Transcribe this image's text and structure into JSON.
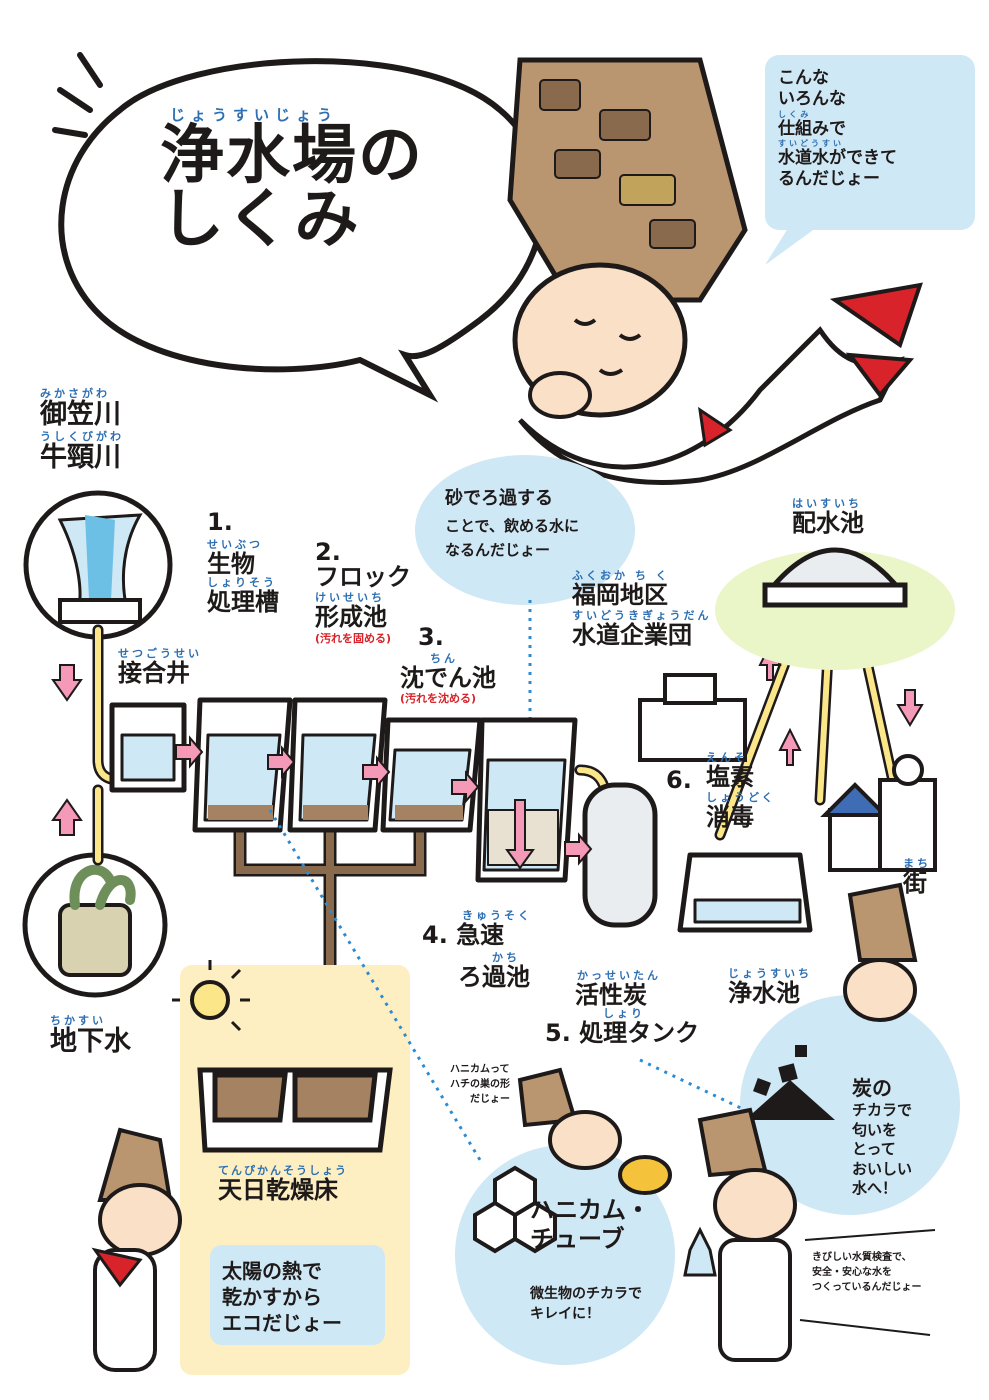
{
  "title": {
    "ruby": "じょうすいじょう",
    "line1": "浄水場の",
    "line2": "しくみ"
  },
  "speech_right": {
    "line1": "こんな",
    "line2": "いろんな",
    "ruby3": "しくみ",
    "line3": "仕組みで",
    "ruby4": "すいどうすい",
    "line4": "水道水ができて",
    "line5": "るんだじょー"
  },
  "sources": {
    "river_ruby1": "みかさがわ",
    "river1": "御笠川",
    "river_ruby2": "うしくびがわ",
    "river2": "牛頸川",
    "groundwater_ruby": "ちかすい",
    "groundwater": "地下水"
  },
  "stages": {
    "junction_ruby": "せつごうせい",
    "junction": "接合井",
    "s1_num": "1.",
    "s1_ruby1": "せいぶつ",
    "s1_line1": "生物",
    "s1_ruby2": "しょりそう",
    "s1_line2": "処理槽",
    "s2_num": "2.",
    "s2_line1": "フロック",
    "s2_ruby2": "けいせいち",
    "s2_line2": "形成池",
    "s2_note": "(汚れを固める)",
    "s3_num": "3.",
    "s3_ruby": "ちん",
    "s3_line": "沈でん池",
    "s3_note": "(汚れを沈める)",
    "s4_num": "4.",
    "s4_ruby": "きゅうそく",
    "s4_line1": "急速",
    "s4_ruby2": "かち",
    "s4_line2": "ろ過池",
    "s5_num": "5.",
    "s5_ruby": "かっせいたん",
    "s5_line1": "活性炭",
    "s5_ruby2": "しょり",
    "s5_line2": "処理タンク",
    "s6_num": "6.",
    "s6_ruby1": "えんそ",
    "s6_line1": "塩素",
    "s6_ruby2": "しょうどく",
    "s6_line2": "消毒",
    "clear_ruby": "じょうすいち",
    "clear_well": "浄水池",
    "reservoir_ruby": "はいすいち",
    "reservoir": "配水池",
    "corp_ruby1": "ふくおか ち く",
    "corp_line1": "福岡地区",
    "corp_ruby2": "すいどうきぎょうだん",
    "corp_line2": "水道企業団",
    "town_ruby": "まち",
    "town": "街",
    "drying_ruby": "てんぴかんそうしょう",
    "drying": "天日乾燥床"
  },
  "bubbles": {
    "filter_line1": "砂でろ過する",
    "filter_line2": "ことで、飲める水に",
    "filter_line3": "なるんだじょー",
    "sun_line1": "太陽の熱で",
    "sun_line2": "乾かすから",
    "sun_line3": "エコだじょー",
    "honeycomb_title1": "ハニカム・",
    "honeycomb_title2": "チューブ",
    "honeycomb_line1": "微生物のチカラで",
    "honeycomb_line2": "キレイに！",
    "honeycomb_note1": "ハニカムって",
    "honeycomb_note2": "ハチの巣の形",
    "honeycomb_note3": "だじょー",
    "carbon_line1": "炭の",
    "carbon_line2": "チカラで",
    "carbon_line3": "匂いを",
    "carbon_line4": "とって",
    "carbon_line5": "おいしい",
    "carbon_line6": "水へ！",
    "inspect_line1": "きびしい水質検査で、",
    "inspect_line2": "安全・安心な水を",
    "inspect_line3": "つくっているんだじょー"
  },
  "colors": {
    "ink": "#1e1a1a",
    "pipe": "#fbe78a",
    "arrow": "#f49ab8",
    "brown": "#8a6a4c",
    "water": "#a9d9ee",
    "bubble": "#cfe8f5",
    "panel": "#fdefc2",
    "ruby": "#2d6fb3",
    "accent": "#d8232a"
  }
}
